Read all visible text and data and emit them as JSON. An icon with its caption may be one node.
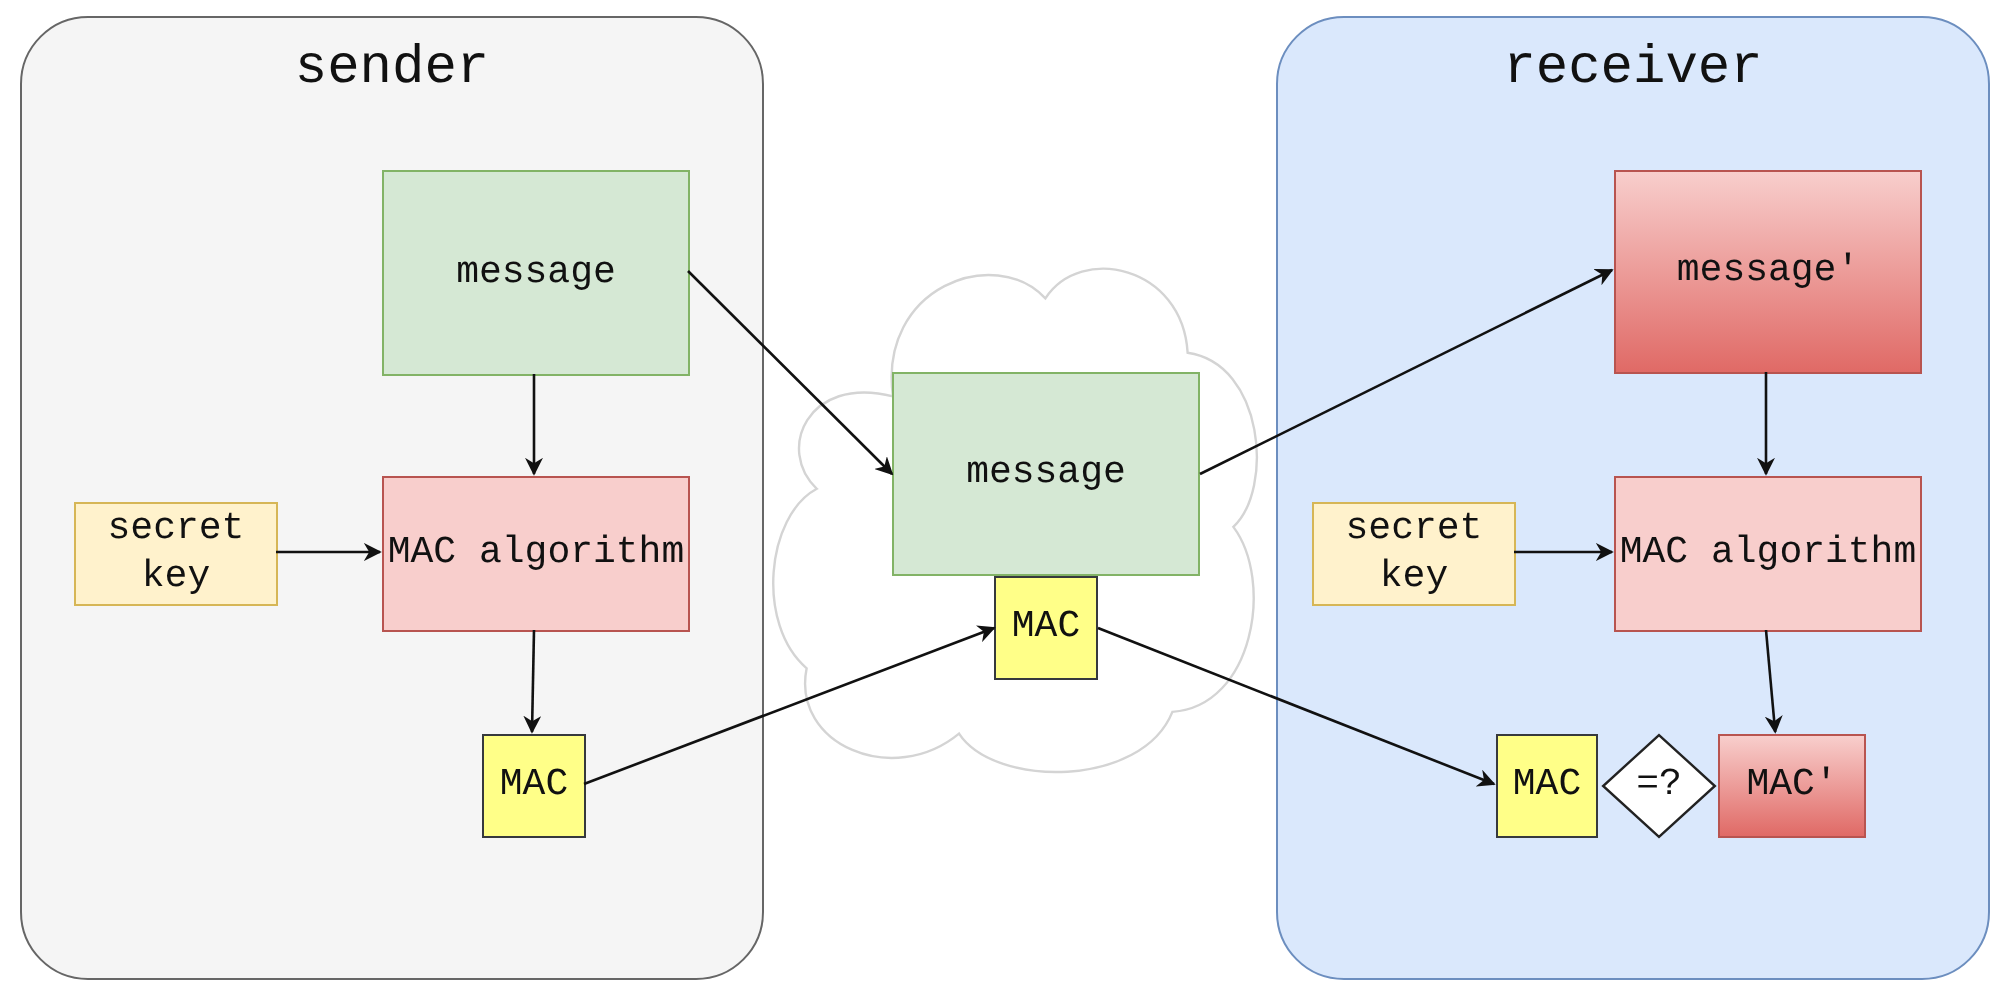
{
  "diagram": {
    "nodes": [
      {
        "text": [
          "sender"
        ]
      },
      {
        "text": [
          "message"
        ],
        "in": 0
      },
      {
        "text": [
          "secret key"
        ],
        "in": 0
      },
      {
        "text": [
          "MAC algorithm"
        ],
        "in": 0
      },
      {
        "text": [
          "MAC"
        ],
        "in": 0
      },
      {
        "text": [],
        "shape": "cloud"
      },
      {
        "text": [
          "message"
        ],
        "in": 5
      },
      {
        "text": [
          "MAC"
        ],
        "in": 5
      },
      {
        "text": [
          "receiver"
        ]
      },
      {
        "text": [
          "message'"
        ],
        "in": 8
      },
      {
        "text": [
          "secret key"
        ],
        "in": 8
      },
      {
        "text": [
          "MAC algorithm"
        ],
        "in": 8
      },
      {
        "text": [
          "MAC"
        ],
        "in": 8
      },
      {
        "text": [
          "=?"
        ],
        "in": 8
      },
      {
        "text": [
          "MAC'"
        ],
        "in": 8
      }
    ],
    "edges": [
      {
        "from": 1,
        "to": 3,
        "arrow": "to"
      },
      {
        "from": 2,
        "to": 3,
        "arrow": "to"
      },
      {
        "from": 3,
        "to": 4,
        "arrow": "to"
      },
      {
        "from": 1,
        "to": 6,
        "arrow": "to"
      },
      {
        "from": 4,
        "to": 7,
        "arrow": "to"
      },
      {
        "from": 6,
        "to": 9,
        "arrow": "to"
      },
      {
        "from": 9,
        "to": 11,
        "arrow": "to"
      },
      {
        "from": 10,
        "to": 11,
        "arrow": "to"
      },
      {
        "from": 11,
        "to": 14,
        "arrow": "to"
      },
      {
        "from": 7,
        "to": 12,
        "arrow": "to"
      }
    ]
  }
}
